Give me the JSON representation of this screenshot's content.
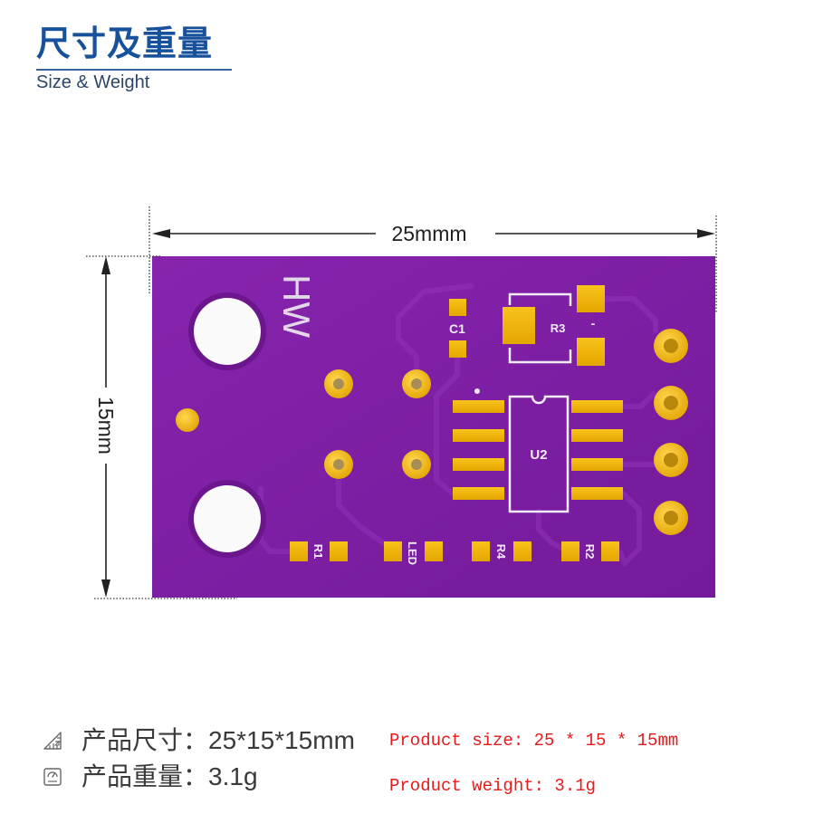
{
  "header": {
    "title": "尺寸及重量",
    "subtitle": "Size & Weight"
  },
  "dimensions": {
    "width_label": "25mmm",
    "height_label": "15mm"
  },
  "board": {
    "silkscreen": {
      "brand": "HW",
      "c1": "C1",
      "r3": "R3",
      "r3_mark": "-",
      "u2": "U2",
      "r1": "R1",
      "led": "LED",
      "r4": "R4",
      "r2": "R2"
    }
  },
  "specs": {
    "size_label": "产品尺寸：",
    "size_value": "25*15*15mm",
    "weight_label": "产品重量：",
    "weight_value": "3.1g",
    "size_en": "Product size: 25 * 15 * 15mm",
    "weight_en": "Product weight: 3.1g",
    "size_icon": "ruler-triangle-icon",
    "weight_icon": "scale-icon"
  },
  "colors": {
    "title": "#18519b",
    "board": "#7d1fa5",
    "pad_gold": "#f0b20c",
    "spec_en": "#e51b1b"
  }
}
